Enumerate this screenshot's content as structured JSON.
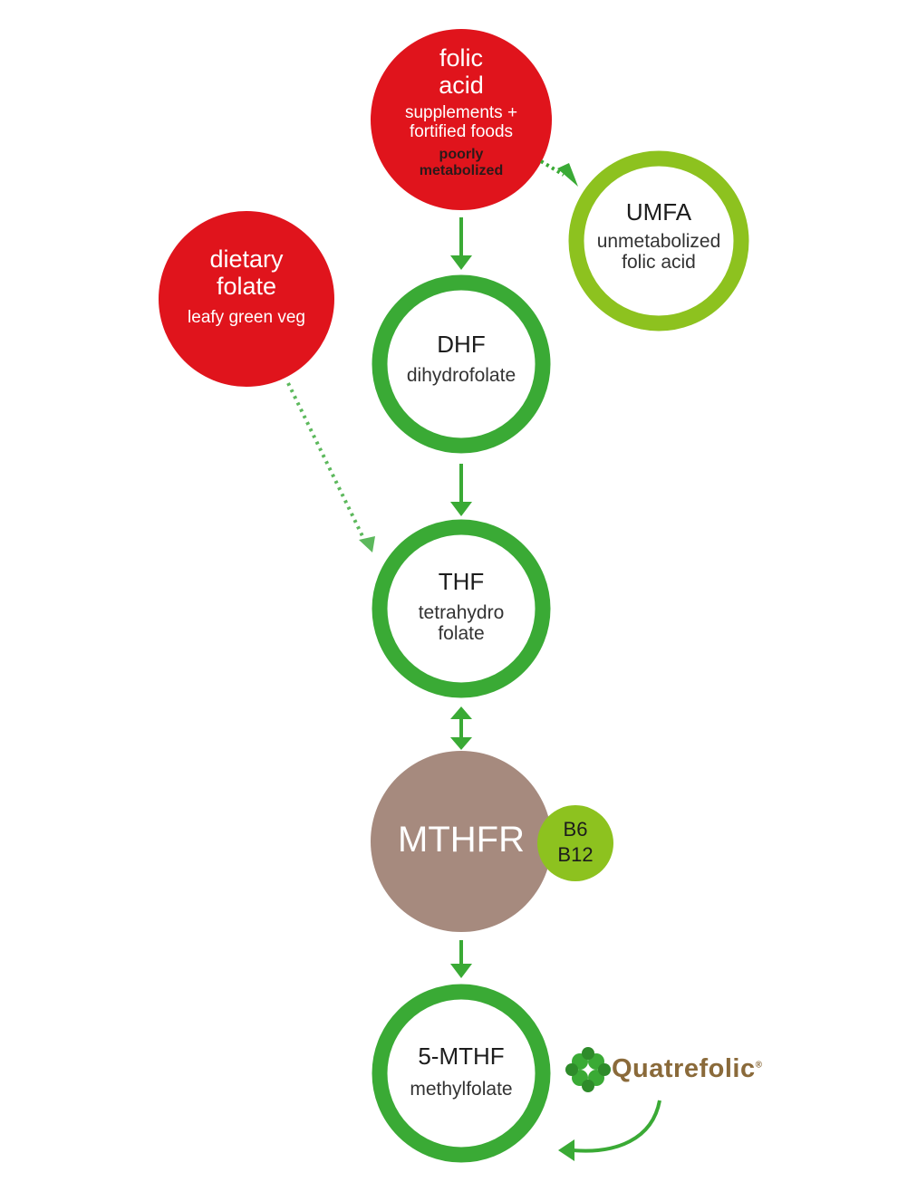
{
  "nodes": {
    "folic_acid": {
      "title_line1": "folic",
      "title_line2": "acid",
      "sub_line1": "supplements +",
      "sub_line2": "fortified foods",
      "note_line1": "poorly",
      "note_line2": "metabolized"
    },
    "umfa": {
      "title": "UMFA",
      "desc_line1": "unmetabolized",
      "desc_line2": "folic acid"
    },
    "dietary_folate": {
      "title_line1": "dietary",
      "title_line2": "folate",
      "sub": "leafy green veg"
    },
    "dhf": {
      "title": "DHF",
      "desc": "dihydrofolate"
    },
    "thf": {
      "title": "THF",
      "desc_line1": "tetrahydro",
      "desc_line2": "folate"
    },
    "mthfr": {
      "title": "MTHFR"
    },
    "vitamins": {
      "line1": "B6",
      "line2": "B12"
    },
    "five_mthf": {
      "title": "5-MTHF",
      "desc": "methylfolate"
    }
  },
  "logo": {
    "name": "Quatrefolic",
    "mark": "®",
    "icon": "four-leaf-clover-icon"
  },
  "colors": {
    "red": "#e0141c",
    "green": "#3aaa35",
    "light_green": "#8dc21f",
    "brown": "#a68a7e",
    "logo_brown": "#8a6a3a"
  }
}
